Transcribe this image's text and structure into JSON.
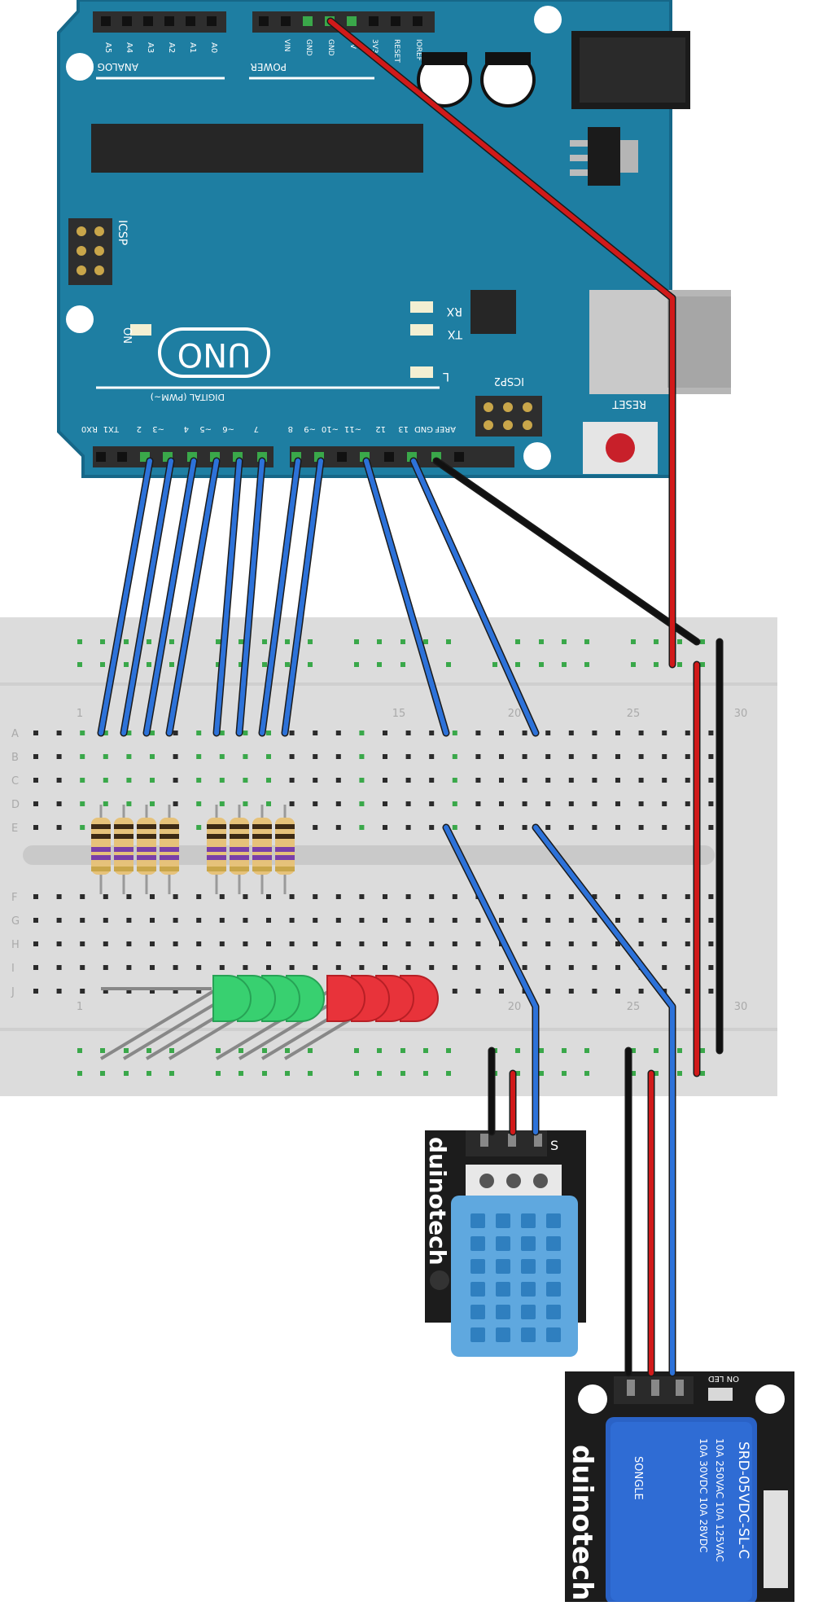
{
  "arduino": {
    "board_name": "UNO",
    "analog_header_label": "ANALOG IN",
    "power_header_label": "POWER",
    "digital_header_label": "DIGITAL (PWM~)",
    "analog_pins": [
      "A5",
      "A4",
      "A3",
      "A2",
      "A1",
      "A0"
    ],
    "power_pins": [
      "VIN",
      "GND",
      "GND",
      "5V",
      "3V3",
      "RESET",
      "IOREF"
    ],
    "digital_pins": [
      "RX0",
      "TX1",
      "2",
      "~3",
      "4",
      "~5",
      "~6",
      "7",
      "8",
      "~9",
      "~10",
      "~11",
      "12",
      "13",
      "GND",
      "AREF"
    ],
    "icsp_label": "ICSP",
    "icsp2_label": "ICSP2",
    "on_label": "ON",
    "rx_label": "RX",
    "tx_label": "TX",
    "l_label": "L",
    "reset_label": "RESET",
    "colors": {
      "pcb": "#1e7ea2",
      "pcb_edge": "#166788",
      "header": "#2e2e2e",
      "silk": "#ffffff"
    }
  },
  "breadboard": {
    "column_numbers_top": [
      "1",
      "15",
      "20",
      "25",
      "30"
    ],
    "column_numbers_bottom": [
      "1",
      "20",
      "25",
      "30"
    ],
    "row_letters_top": [
      "A",
      "B",
      "C",
      "D",
      "E"
    ],
    "row_letters_bottom": [
      "F",
      "G",
      "H",
      "I",
      "J"
    ],
    "colors": {
      "body": "#dcdcdc",
      "hole": "#2b2b2b",
      "connected": "#3aa84a"
    }
  },
  "components": {
    "resistor_count": 8,
    "green_led_count": 4,
    "red_led_count": 4,
    "colors": {
      "resistor_body": "#e6c27a",
      "green_led": "#38d070",
      "red_led": "#e8333a"
    }
  },
  "dht_sensor": {
    "brand": "duinotech",
    "pin_label": "S",
    "colors": {
      "board": "#1c1c1c",
      "housing": "#5fa8df"
    }
  },
  "relay_module": {
    "brand": "duinotech",
    "relay_label": "SRD-05VDC-SL-C",
    "relay_maker": "SONGLE",
    "ratings": [
      "10A 250VAC 10A 125VAC",
      "10A 30VDC 10A 28VDC"
    ],
    "led_label": "ON LED",
    "colors": {
      "board": "#1c1c1c",
      "relay": "#2a62c6"
    }
  },
  "wire_colors": {
    "power": "#d11a1a",
    "ground": "#111111",
    "signal": "#2d72d9"
  }
}
